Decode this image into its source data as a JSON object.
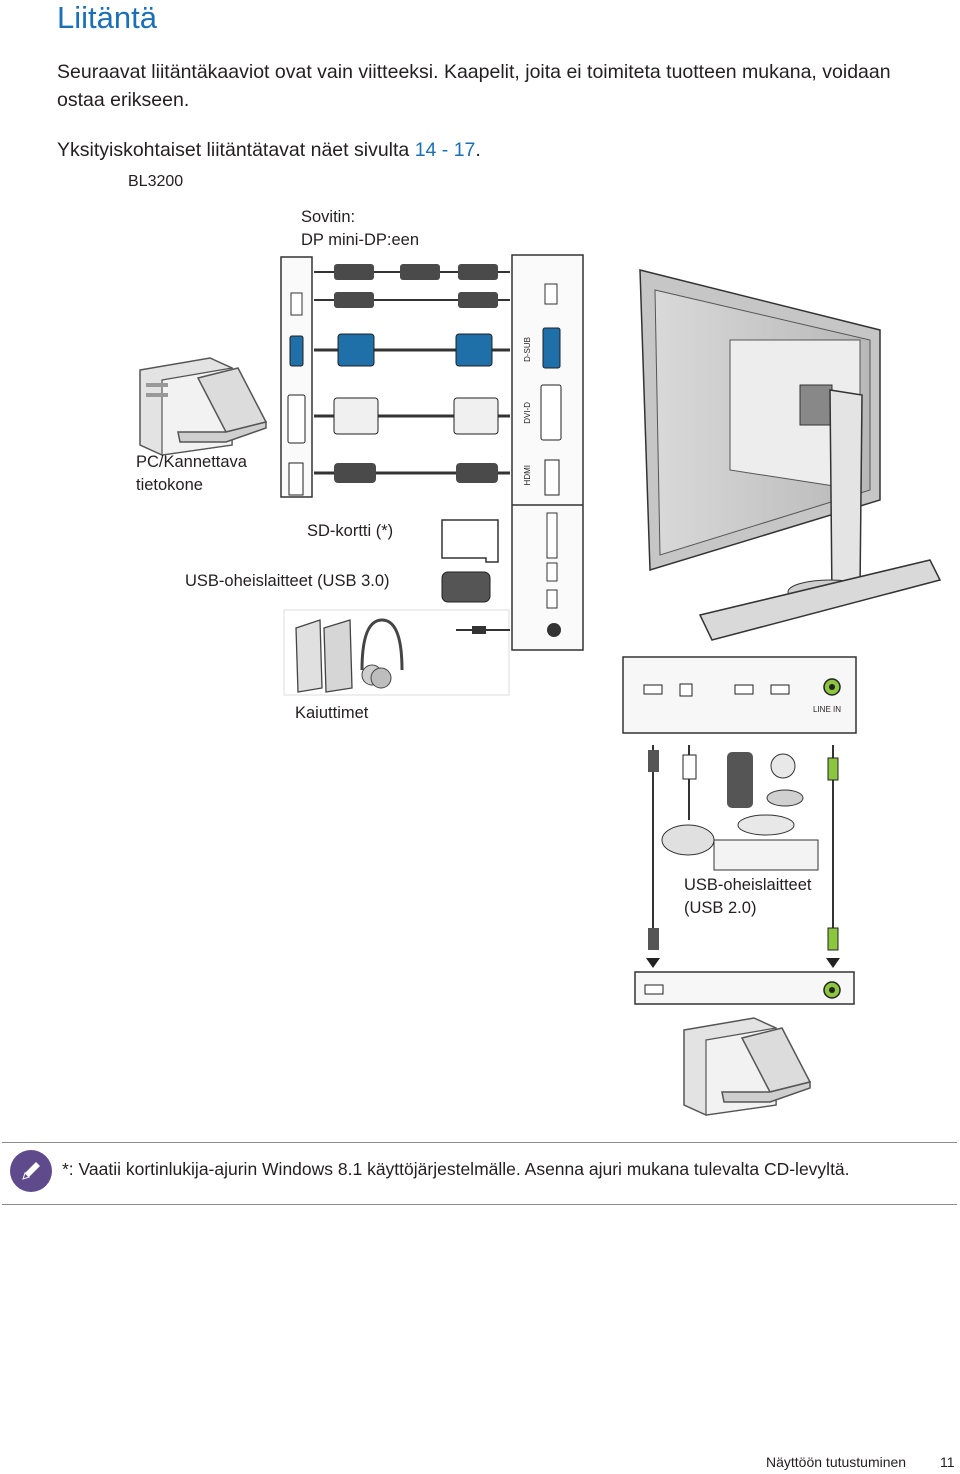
{
  "page": {
    "title": "Liitäntä",
    "intro": "Seuraavat liitäntäkaaviot ovat vain viitteeksi. Kaapelit, joita ei toimiteta tuotteen mukana, voidaan ostaa erikseen.",
    "see_also_prefix": "Yksityiskohtaiset liitäntätavat näet sivulta ",
    "see_also_pages": "14 - 17",
    "see_also_suffix": ".",
    "model": "BL3200"
  },
  "diagram": {
    "adapter_label_1": "Sovitin:",
    "adapter_label_2": "DP mini-DP:een",
    "pc_label_1": "PC/Kannettava",
    "pc_label_2": "tietokone",
    "sd_label": "SD-kortti (*)",
    "usb3_label": "USB-oheislaitteet (USB 3.0)",
    "speakers_label": "Kaiuttimet",
    "usb2_label_1": "USB-oheislaitteet",
    "usb2_label_2": "(USB 2.0)",
    "port_dsub": "D-SUB",
    "port_dvi": "DVI-D",
    "port_hdmi": "HDMI",
    "port_line_in": "LINE IN",
    "colors": {
      "vga_blue": "#1f6fa8",
      "audio_green": "#8cc63f",
      "note_purple": "#5f4a8b",
      "title_blue": "#1b6fb6"
    }
  },
  "note": {
    "text": "*: Vaatii kortinlukija-ajurin Windows 8.1 käyttöjärjestelmälle. Asenna ajuri mukana tulevalta CD-levyltä.",
    "icon": "pencil-icon"
  },
  "footer": {
    "section": "Näyttöön tutustuminen",
    "page_number": "11"
  }
}
